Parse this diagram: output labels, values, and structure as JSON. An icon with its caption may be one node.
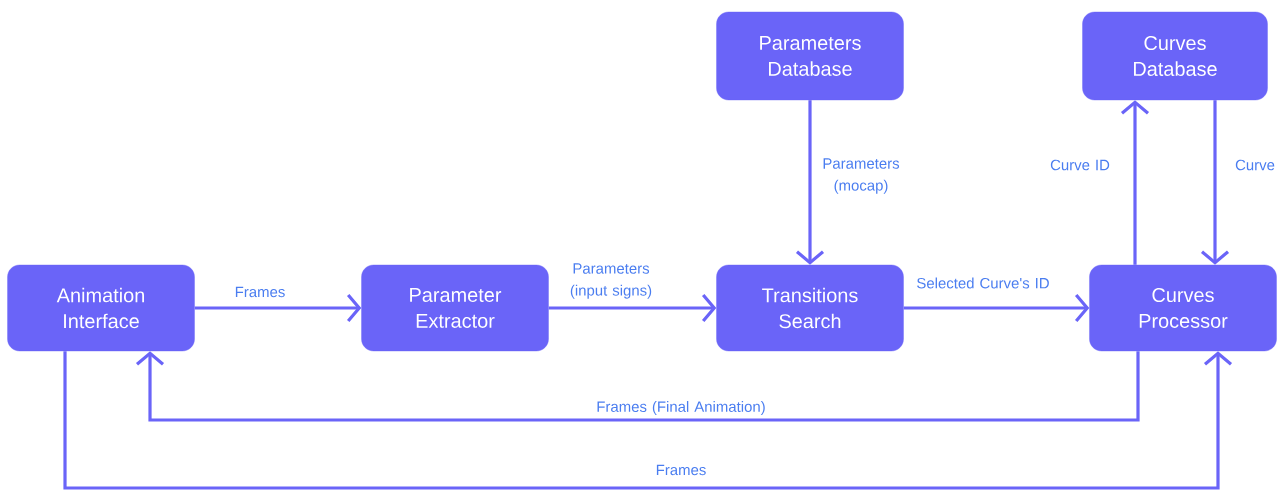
{
  "diagram": {
    "nodes": [
      {
        "text": [
          "Animation Interface"
        ]
      },
      {
        "text": [
          "Parameter Extractor"
        ]
      },
      {
        "text": [
          "Transitions Search"
        ]
      },
      {
        "text": [
          "Curves Processor"
        ]
      },
      {
        "text": [
          "Parameters Database"
        ]
      },
      {
        "text": [
          "Curves Database"
        ]
      }
    ],
    "edges": [
      {
        "from": 0,
        "to": 1,
        "arrow": "to",
        "label": "Frames"
      },
      {
        "from": 1,
        "to": 2,
        "arrow": "to",
        "label": "Parameters (input signs)"
      },
      {
        "from": 4,
        "to": 2,
        "arrow": "to",
        "label": "Parameters (mocap)"
      },
      {
        "from": 2,
        "to": 3,
        "arrow": "to",
        "label": "Selected Curve's ID"
      },
      {
        "from": 3,
        "to": 5,
        "arrow": "to",
        "label": "Curve ID"
      },
      {
        "from": 5,
        "to": 3,
        "arrow": "to",
        "label": "Curve"
      },
      {
        "from": 3,
        "to": 0,
        "arrow": "to",
        "label": "Frames (Final Animation)"
      },
      {
        "from": 0,
        "to": 3,
        "arrow": "to",
        "label": "Frames"
      }
    ]
  }
}
